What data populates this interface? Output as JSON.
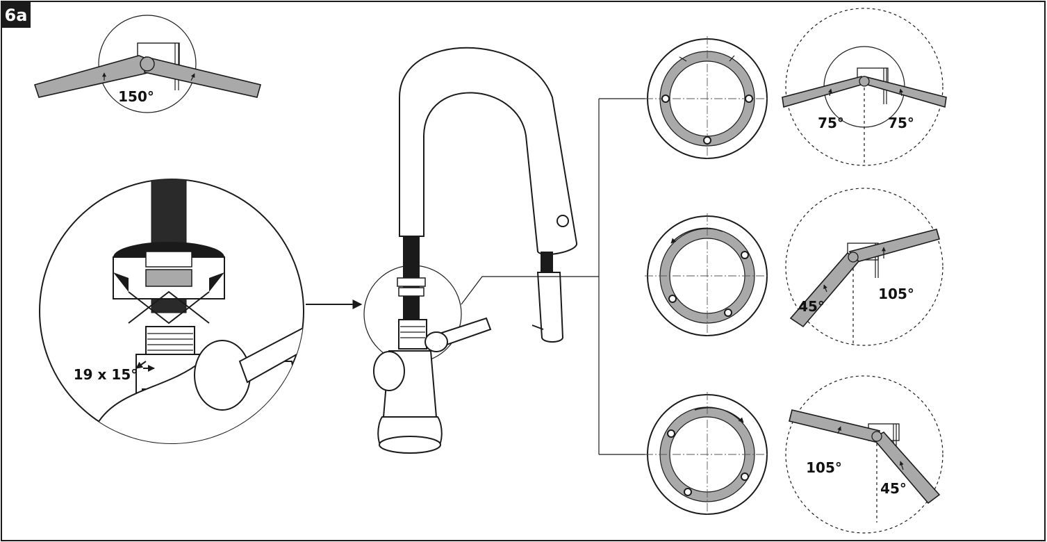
{
  "figure": {
    "step_badge": "6a",
    "labels": {
      "top_left_angle": "150°",
      "detail_rotation": "19 x 15°",
      "config_center_left": "75°",
      "config_center_right": "75°",
      "config_left_small": "45°",
      "config_left_large": "105°",
      "config_right_large": "105°",
      "config_right_small": "45°"
    },
    "colors": {
      "line": "#1a1a1a",
      "lever_fill": "#a9a9a9",
      "badge_bg": "#1a1a1a"
    }
  }
}
